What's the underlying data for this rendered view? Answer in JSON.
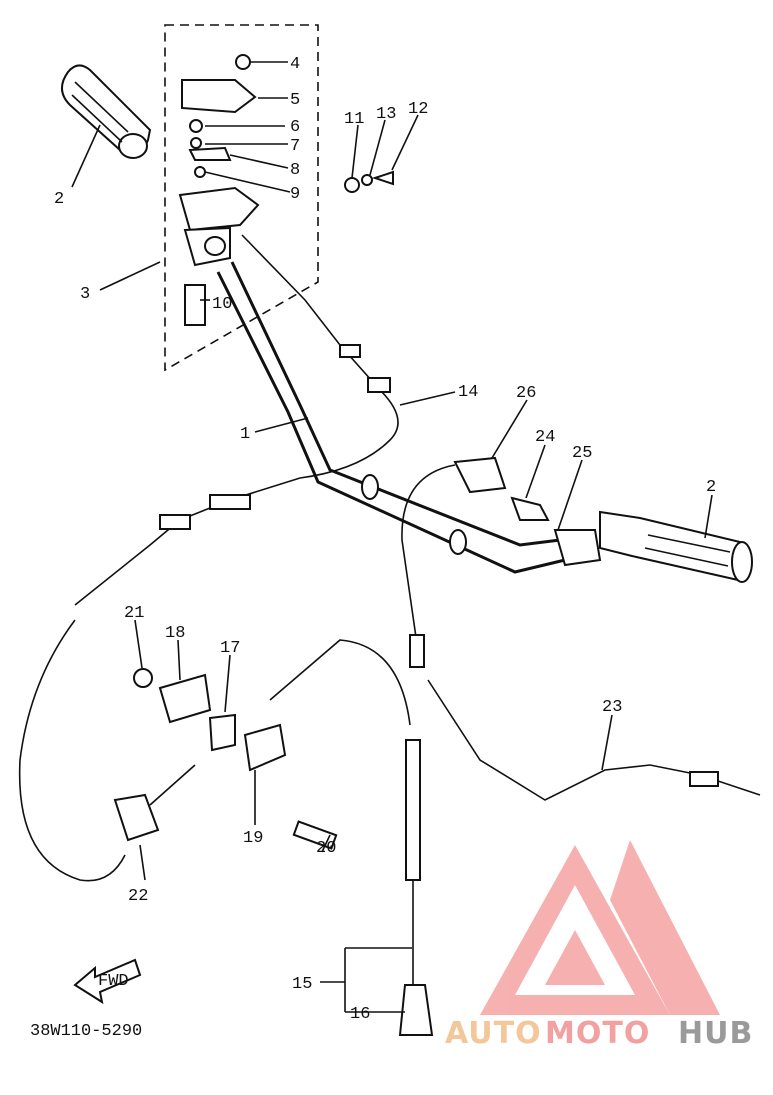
{
  "diagram": {
    "code": "38W110-5290",
    "fwd_label": "FWD",
    "callouts": {
      "n1": "1",
      "n2a": "2",
      "n2b": "2",
      "n3": "3",
      "n4": "4",
      "n5": "5",
      "n6": "6",
      "n7": "7",
      "n8": "8",
      "n9": "9",
      "n10": "10",
      "n11": "11",
      "n12": "12",
      "n13": "13",
      "n14": "14",
      "n15": "15",
      "n16": "16",
      "n17": "17",
      "n18": "18",
      "n19": "19",
      "n20": "20",
      "n21": "21",
      "n22": "22",
      "n23": "23",
      "n24": "24",
      "n25": "25",
      "n26": "26"
    }
  },
  "watermark": {
    "part1": "AUTO",
    "part2": "MOTO",
    "part3": "HUB",
    "colors": {
      "auto": "#f2c79a",
      "moto": "#f2a0a0",
      "hub": "#9a9a9a",
      "logo": "#f5a3a3"
    }
  }
}
